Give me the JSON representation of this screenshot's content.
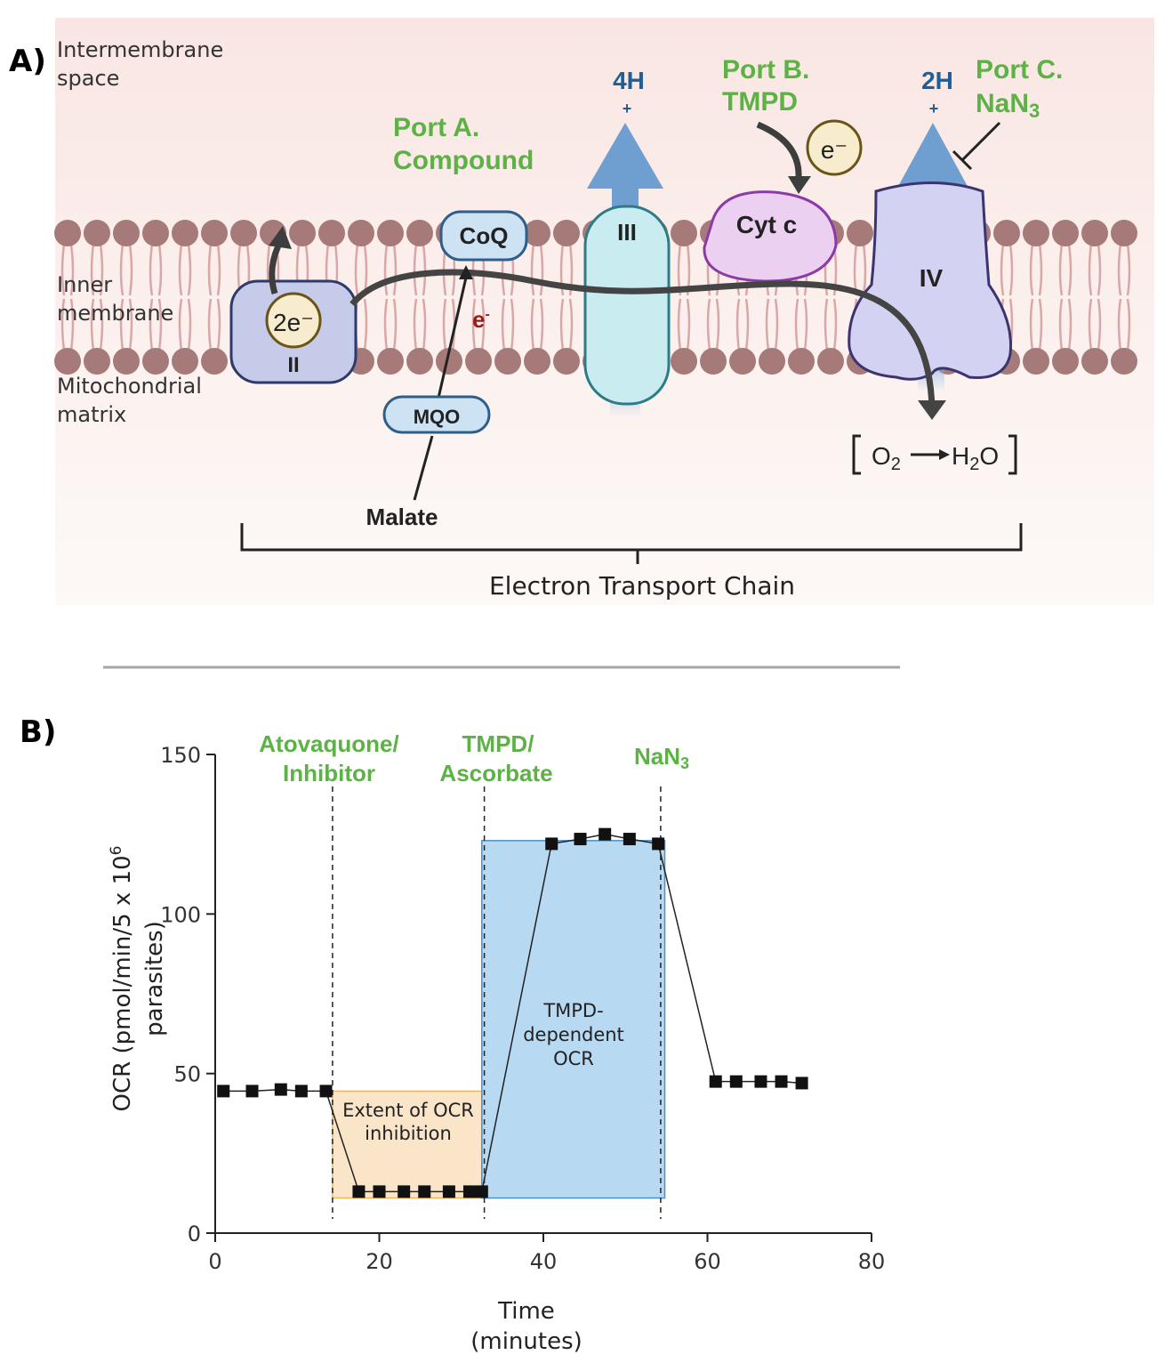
{
  "panel_a": {
    "panel_label": "A)",
    "regions": {
      "intermembrane_line1": "Intermembrane",
      "intermembrane_line2": "space",
      "inner_membrane_line1": "Inner",
      "inner_membrane_line2": "membrane",
      "matrix_line1": "Mitochondrial",
      "matrix_line2": "matrix"
    },
    "complexes": {
      "complex_ii": "II",
      "complex_iii": "III",
      "complex_iv": "IV",
      "coq": "CoQ",
      "cyt_c": "Cyt c",
      "mqo": "MQO",
      "malate": "Malate"
    },
    "electrons": {
      "two_e": "2e⁻",
      "e_single": "e⁻",
      "e_red_base": "e",
      "e_red_sup": "-"
    },
    "protons": {
      "four_h": "4H",
      "four_h_sup": "+",
      "two_h": "2H",
      "two_h_sup": "+"
    },
    "ports": {
      "port_a_line1": "Port A.",
      "port_a_line2": "Compound",
      "port_b_line1": "Port B.",
      "port_b_line2": "TMPD",
      "port_c_line1": "Port C.",
      "port_c_line2_base": "NaN",
      "port_c_line2_sub": "3"
    },
    "reaction": {
      "o2_base": "O",
      "o2_sub": "2",
      "h2o_h": "H",
      "h2o_sub": "2",
      "h2o_o": "O"
    },
    "etc_label": "Electron Transport Chain",
    "colors": {
      "background_top": "#f9e6e3",
      "background_bottom": "#fdf8f6",
      "port_text": "#5db245",
      "proton_text": "#1f5f99",
      "lipid_head": "#a77a7a",
      "lipid_tail": "#d9a7a7"
    }
  },
  "panel_b": {
    "panel_label": "B)",
    "annotations": {
      "atovaquone_line1": "Atovaquone/",
      "atovaquone_line2": "Inhibitor",
      "tmpd_line1": "TMPD/",
      "tmpd_line2": "Ascorbate",
      "nan3_base": "NaN",
      "nan3_sub": "3",
      "inhibition_line1": "Extent of OCR",
      "inhibition_line2": "inhibition",
      "tmpd_box_line1": "TMPD-",
      "tmpd_box_line2": "dependent",
      "tmpd_box_line3": "OCR"
    },
    "colors": {
      "inhibition_box": "#fbe5c8",
      "inhibition_border": "#f0b45e",
      "tmpd_box": "#b8d9f2",
      "tmpd_border": "#4a90d0",
      "marker": "#111111"
    }
  },
  "chart_data": {
    "type": "line",
    "xlabel_line1": "Time",
    "xlabel_line2": "(minutes)",
    "ylabel_line1": "OCR (pmol/min/5 x 10",
    "ylabel_sup": "6",
    "ylabel_line2": "parasites)",
    "xlim": [
      0,
      80
    ],
    "ylim": [
      0,
      150
    ],
    "xticks": [
      0,
      20,
      40,
      60,
      80
    ],
    "yticks": [
      0,
      50,
      100,
      150
    ],
    "series": [
      {
        "x": [
          1,
          4.5,
          8,
          10.5,
          13.5,
          17.5,
          20,
          23,
          25.5,
          28.5,
          31,
          32.5,
          41,
          44.5,
          47.5,
          50.5,
          54,
          61,
          63.5,
          66.5,
          69,
          71.5
        ],
        "y": [
          44.5,
          44.5,
          45,
          44.5,
          44.5,
          13,
          13,
          13,
          13,
          13,
          13,
          13,
          122,
          123.5,
          125,
          123.5,
          122,
          47.5,
          47.5,
          47.5,
          47.5,
          47
        ]
      }
    ],
    "injections": [
      14.3,
      32.8,
      54.3
    ],
    "regions": [
      {
        "x0": 14.3,
        "x1": 32.5,
        "y0": 11,
        "y1": 44.5
      },
      {
        "x0": 32.5,
        "x1": 54.8,
        "y0": 11,
        "y1": 123
      }
    ],
    "grid": false
  }
}
